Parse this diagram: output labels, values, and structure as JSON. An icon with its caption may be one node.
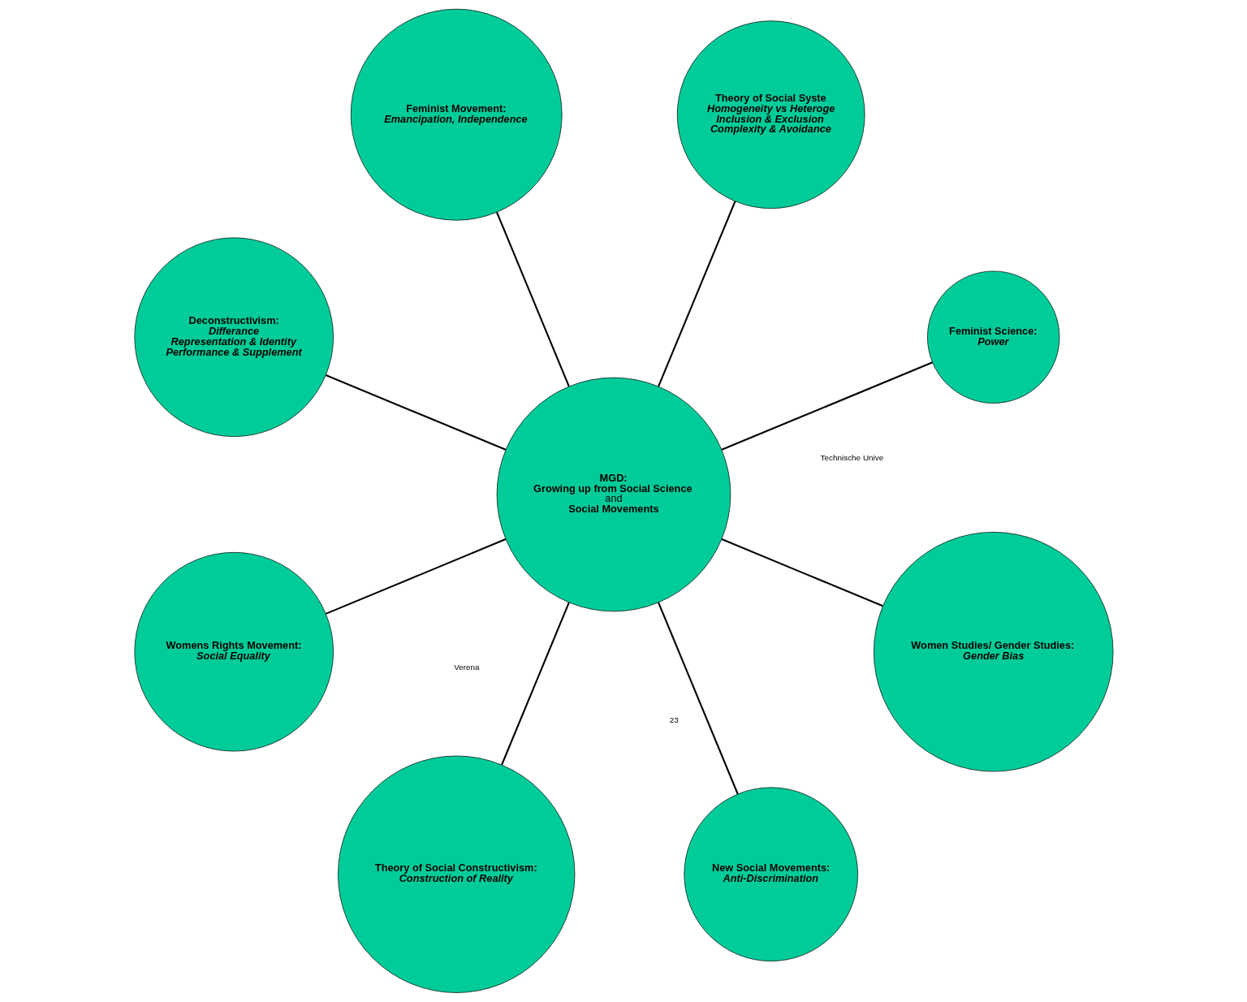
{
  "diagram": {
    "nodes": [
      {
        "text": [
          "MGD:",
          "Growing up from Social Science",
          "and",
          "Social Movements"
        ]
      },
      {
        "text": [
          "Feminist Science:",
          "Power"
        ]
      },
      {
        "text": [
          "Theory of Social Syste",
          "Homogeneity vs Heteroge",
          "Inclusion & Exclusion",
          "Complexity & Avoidance"
        ]
      },
      {
        "text": [
          "Feminist Movement:",
          "Emancipation, Independence"
        ]
      },
      {
        "text": [
          "Deconstructivism:",
          "Differance",
          "Representation & Identity",
          "Performance & Supplement"
        ]
      },
      {
        "text": [
          "Womens Rights Movement:",
          "Social Equality"
        ]
      },
      {
        "text": [
          "Theory of Social Constructivism:",
          "Construction of Reality"
        ]
      },
      {
        "text": [
          "New Social Movements:",
          "Anti-Discrimination"
        ]
      },
      {
        "text": [
          "Women Studies/ Gender Studies:",
          "Gender Bias"
        ]
      }
    ],
    "edges": [
      {
        "from": 0,
        "to": 1,
        "arrow": "none"
      },
      {
        "from": 0,
        "to": 2,
        "arrow": "none"
      },
      {
        "from": 0,
        "to": 3,
        "arrow": "none"
      },
      {
        "from": 0,
        "to": 4,
        "arrow": "none"
      },
      {
        "from": 0,
        "to": 5,
        "arrow": "none"
      },
      {
        "from": 0,
        "to": 6,
        "arrow": "none"
      },
      {
        "from": 0,
        "to": 7,
        "arrow": "none"
      },
      {
        "from": 0,
        "to": 8,
        "arrow": "none"
      }
    ],
    "labels": [
      "Verena",
      "Technische Unive",
      "23"
    ]
  }
}
